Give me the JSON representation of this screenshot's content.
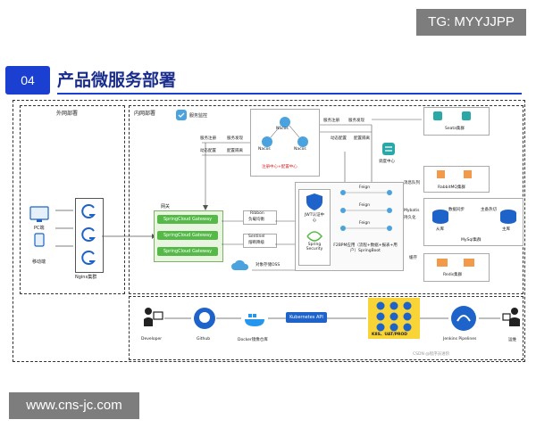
{
  "watermarks": {
    "top": "TG: MYYJJPP",
    "bottom": "www.cns-jc.com",
    "csdn": "CSDN @程序员进阶"
  },
  "header": {
    "number": "04",
    "title": "产品微服务部署"
  },
  "zones": {
    "outer": "外网部署",
    "inner": "内网部署"
  },
  "clients": {
    "pc": "PC端",
    "mobile": "移动端"
  },
  "nginx": {
    "label": "Nginx集群"
  },
  "gateway": {
    "label": "网关",
    "instances": [
      "SpringCloud Gateway",
      "SpringCloud Gateway",
      "SpringCloud Gateway"
    ]
  },
  "monitor": {
    "label": "服务监控"
  },
  "nacos": {
    "node": "Nacos",
    "caption": "注册中心+配置中心"
  },
  "arrows": {
    "register_left": "服务注册",
    "discover_left": "服务发现",
    "config_left": "动态配置",
    "isolate_left": "配置隔离",
    "register_right": "服务注册",
    "discover_right": "服务发现",
    "config_right": "动态配置",
    "isolate_right": "配置隔离",
    "ribbon": "Ribbon",
    "ribbon_sub": "负载均衡",
    "sentinel": "Sentinel",
    "sentinel_sub": "熔断降级",
    "oss": "对象存储OSS",
    "mq": "消息队列",
    "mybatis": "Mybatis",
    "persist": "持久化",
    "cache": "缓存",
    "feign": "Feign",
    "coordination": "调度中心"
  },
  "auth": {
    "jwt": "JWT认证中心",
    "security": "Spring Security"
  },
  "services": {
    "cluster": "F2BPM应用（流程+数据+报表+用户）SpringBoot"
  },
  "seata": {
    "label": "Seata集群"
  },
  "rabbitmq": {
    "label": "RabbitMQ集群"
  },
  "mysql": {
    "label": "MySql集群",
    "slave": "从库",
    "master": "主库",
    "sync1": "数据同步",
    "sync2": "主备热切"
  },
  "redis": {
    "label": "Redis集群"
  },
  "pipeline": {
    "developer": "Developer",
    "github": "Github",
    "docker": "Docker镜像仓库",
    "k8s_api": "Kubernetes API",
    "k8s": "K8S、UAT/PROD",
    "jenkins": "Jenkins Pipelines",
    "ops": "运维"
  },
  "colors": {
    "brand_blue": "#1a3fd1",
    "title_blue": "#1a2d8c",
    "gateway_green": "#55b947",
    "k8s_yellow": "#f8d437",
    "redis_orange": "#f2994a"
  }
}
